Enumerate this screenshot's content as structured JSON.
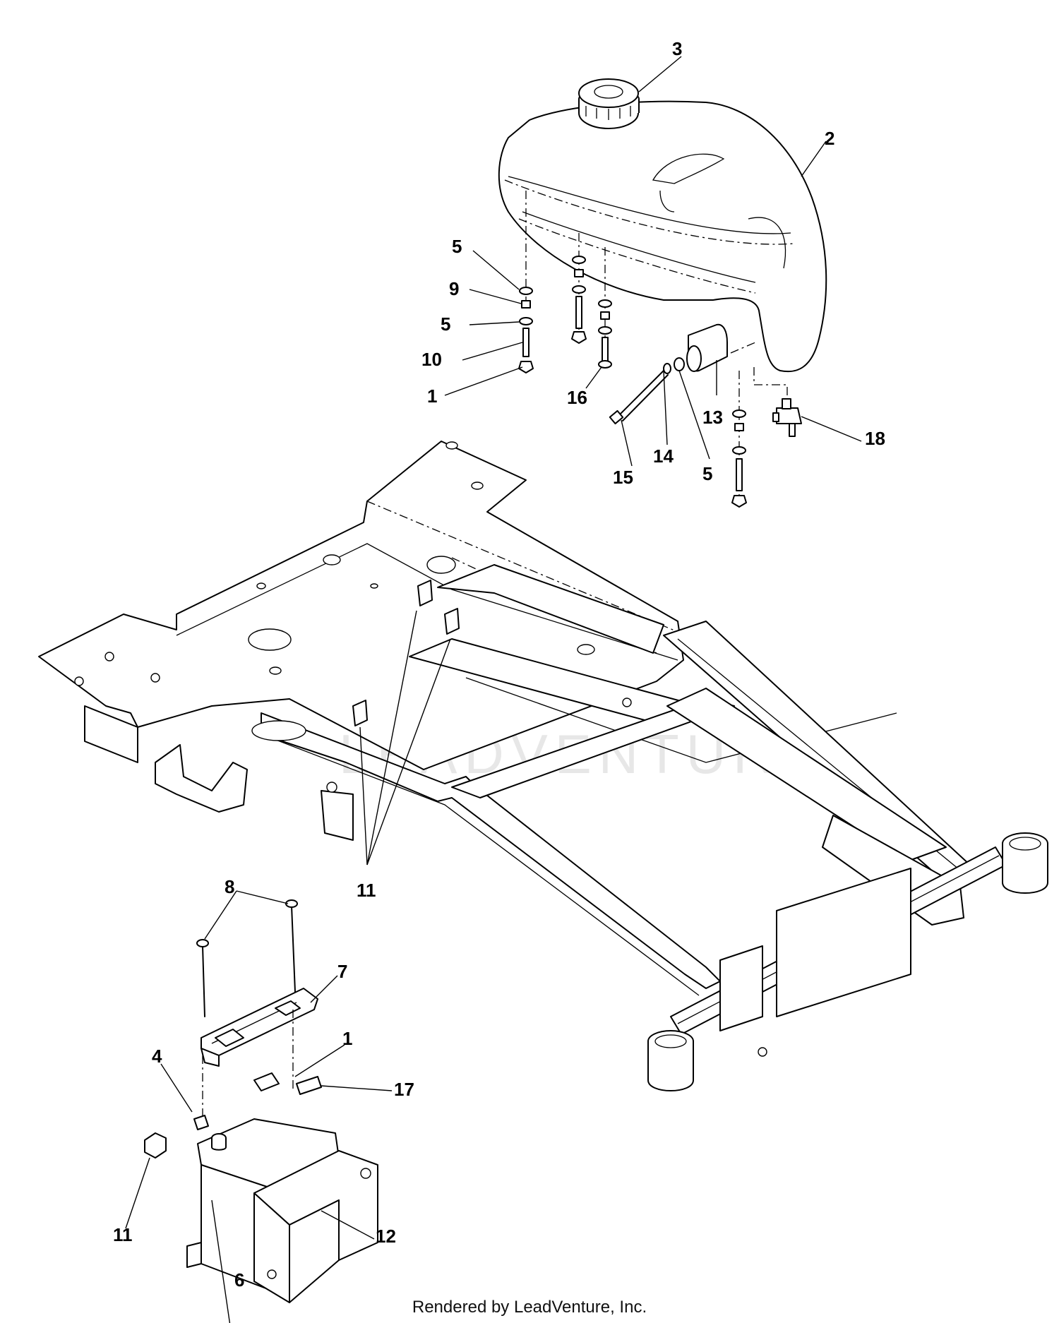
{
  "callouts": {
    "c1a": "1",
    "c1b": "1",
    "c2": "2",
    "c3": "3",
    "c4": "4",
    "c5a": "5",
    "c5b": "5",
    "c5c": "5",
    "c6": "6",
    "c7": "7",
    "c8": "8",
    "c9": "9",
    "c10": "10",
    "c11a": "11",
    "c11b": "11",
    "c12": "12",
    "c13": "13",
    "c14": "14",
    "c15": "15",
    "c16": "16",
    "c17": "17",
    "c18": "18"
  },
  "watermark": "LEADVENTURE",
  "footer": {
    "credit": "Rendered by LeadVenture, Inc."
  }
}
